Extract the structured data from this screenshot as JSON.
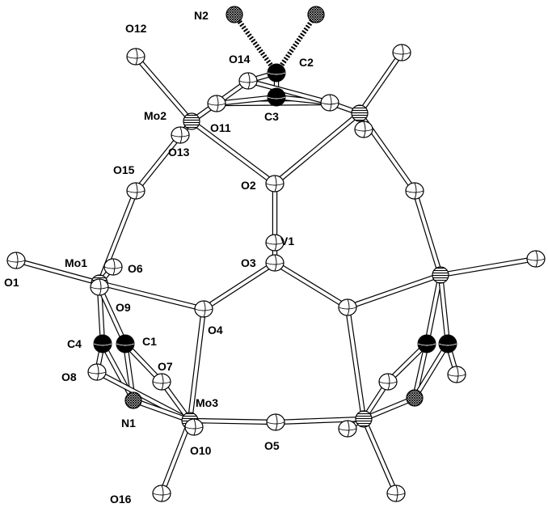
{
  "diagram": {
    "labels": {
      "N2": "N2",
      "O12": "O12",
      "O14": "O14",
      "C2": "C2",
      "Mo2": "Mo2",
      "O11": "O11",
      "C3": "C3",
      "O13": "O13",
      "O15": "O15",
      "O2": "O2",
      "V1": "V1",
      "O3": "O3",
      "Mo1": "Mo1",
      "O6": "O6",
      "O1": "O1",
      "O9": "O9",
      "O4": "O4",
      "C4": "C4",
      "C1": "C1",
      "O7": "O7",
      "O8": "O8",
      "Mo3": "Mo3",
      "N1": "N1",
      "O10": "O10",
      "O5": "O5",
      "O16": "O16"
    },
    "colors": {
      "bond_fill": "#ffffff",
      "bond_stroke": "#000000",
      "carbon": "#000000",
      "oxygen": "#ffffff",
      "line": "#000000"
    },
    "atom_types": {
      "metal": "hatched-sphere",
      "oxygen": "open-ellipsoid",
      "carbon": "solid-black-sphere",
      "nitrogen": "crosshatched-sphere"
    }
  }
}
